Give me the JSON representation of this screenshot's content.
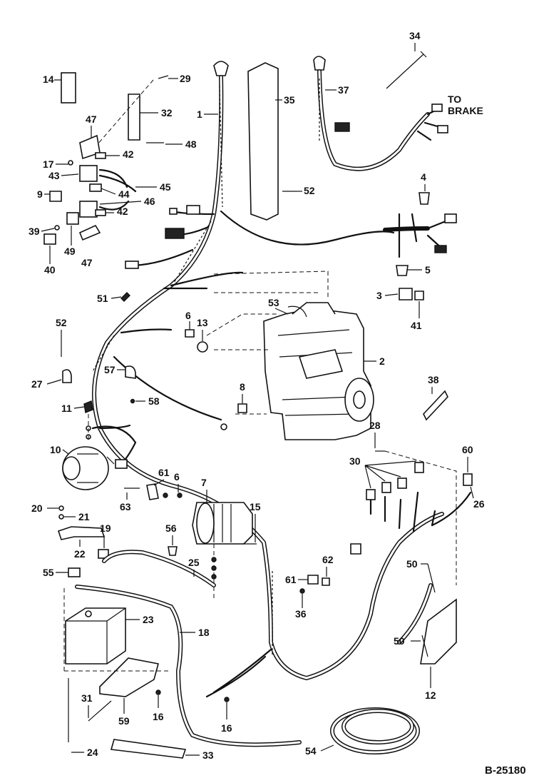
{
  "diagram": {
    "reference": "B-25180",
    "note": [
      "TO",
      "BRAKE"
    ],
    "callouts": [
      "1",
      "2",
      "3",
      "4",
      "5",
      "6",
      "6",
      "7",
      "8",
      "9",
      "10",
      "11",
      "12",
      "13",
      "14",
      "15",
      "16",
      "16",
      "17",
      "18",
      "19",
      "20",
      "21",
      "22",
      "23",
      "24",
      "25",
      "26",
      "27",
      "28",
      "29",
      "30",
      "31",
      "32",
      "33",
      "34",
      "35",
      "36",
      "37",
      "38",
      "39",
      "40",
      "41",
      "42",
      "42",
      "43",
      "44",
      "45",
      "46",
      "47",
      "47",
      "48",
      "49",
      "50",
      "50",
      "51",
      "52",
      "52",
      "53",
      "54",
      "55",
      "56",
      "57",
      "58",
      "59",
      "60",
      "61",
      "61",
      "62",
      "63"
    ]
  }
}
